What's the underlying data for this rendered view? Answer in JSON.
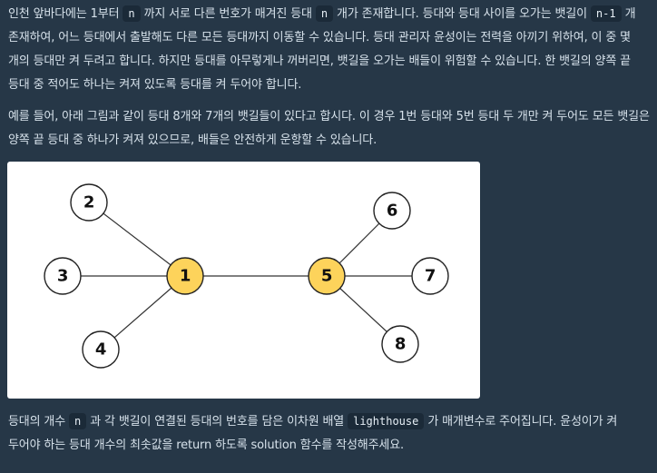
{
  "paragraph1": {
    "t1": "인천 앞바다에는 1부터 ",
    "c1": "n",
    "t2": " 까지 서로 다른 번호가 매겨진 등대 ",
    "c2": "n",
    "t3": " 개가 존재합니다. 등대와 등대 사이를 오가는 뱃길이 ",
    "c3": "n-1",
    "t4": " 개 존재하여, 어느 등대에서 출발해도 다른 모든 등대까지 이동할 수 있습니다. 등대 관리자 윤성이는 전력을 아끼기 위하여, 이 중 몇 개의 등대만 켜 두려고 합니다. 하지만 등대를 아무렇게나 꺼버리면, 뱃길을 오가는 배들이 위험할 수 있습니다. 한 뱃길의 양쪽 끝 등대 중 적어도 하나는 켜져 있도록 등대를 켜 두어야 합니다."
  },
  "paragraph2": "예를 들어, 아래 그림과 같이 등대 8개와 7개의 뱃길들이 있다고 합시다. 이 경우 1번 등대와 5번 등대 두 개만 켜 두어도 모든 뱃길은 양쪽 끝 등대 중 하나가 켜져 있으므로, 배들은 안전하게 운항할 수 있습니다.",
  "paragraph3": {
    "t1": "등대의 개수 ",
    "c1": "n",
    "t2": " 과 각 뱃길이 연결된 등대의 번호를 담은 이차원 배열 ",
    "c2": "lighthouse",
    "t3": " 가 매개변수로 주어집니다. 윤성이가 켜 두어야 하는 등대 개수의 최솟값을 return 하도록 solution 함수를 작성해주세요."
  },
  "figure": {
    "nodes": [
      "1",
      "2",
      "3",
      "4",
      "5",
      "6",
      "7",
      "8"
    ],
    "lit_color": "#fdd35b",
    "unlit_color": "#ffffff"
  }
}
